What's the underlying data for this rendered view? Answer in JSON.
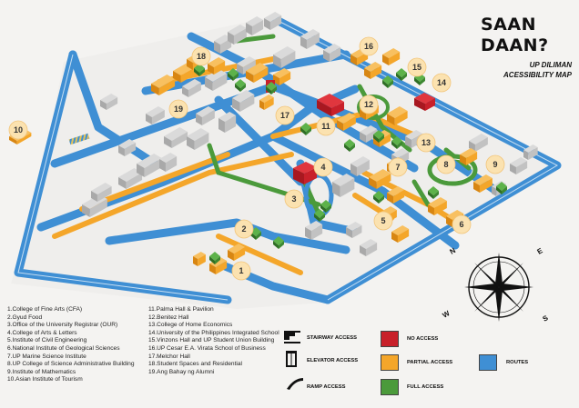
{
  "brand": {
    "title_line1": "SAAN",
    "title_line2": "DAAN?",
    "subtitle_line1": "UP DILIMAN",
    "subtitle_line2": "ACESSIBILITY MAP"
  },
  "colors": {
    "no_access": "#c8202a",
    "partial_access": "#f4a62a",
    "full_access": "#4b9a3b",
    "routes": "#3f8fd4",
    "building_gray": "#c9c9c9",
    "marker_fill": "#fbe2b0"
  },
  "locations_left": [
    "1.College of Fine Arts (CFA)",
    "2.Gyud Food",
    "3.Office of the University Registrar (OUR)",
    "4.College of Arts & Letters",
    "5.Institute of Civil Engineering",
    "6.National Institute of Geological Sciences",
    "7.UP Marine Science Institute",
    "8.UP College of Science Administrative Building",
    "9.Institute of Mathematics",
    "10.Asian Institute of Tourism"
  ],
  "locations_right": [
    "11.Palma Hall & Pavilion",
    "12.Benitez Hall",
    "13.College of Home Economics",
    "14.University of the Philippines Integrated School",
    "15.Vinzons Hall and UP Student Union Building",
    "16.UP Cesar E.A. Virata School of Business",
    "17.Melchor Hall",
    "18.Student Spaces and Residential",
    "19.Ang Bahay ng Alumni"
  ],
  "legend": {
    "stairway": "STAIRWAY ACCESS",
    "elevator": "ELEVATOR ACCESS",
    "ramp": "RAMP ACCESS",
    "no_access": "NO ACCESS",
    "partial_access": "PARTIAL ACCESS",
    "full_access": "FULL ACCESS",
    "routes": "ROUTES"
  },
  "compass": {
    "n": "N",
    "e": "E",
    "s": "S",
    "w": "W"
  },
  "markers": [
    {
      "label": "1"
    },
    {
      "label": "2"
    },
    {
      "label": "3"
    },
    {
      "label": "4"
    },
    {
      "label": "5"
    },
    {
      "label": "6"
    },
    {
      "label": "7"
    },
    {
      "label": "8"
    },
    {
      "label": "9"
    },
    {
      "label": "10"
    },
    {
      "label": "11"
    },
    {
      "label": "12"
    },
    {
      "label": "13"
    },
    {
      "label": "14"
    },
    {
      "label": "15"
    },
    {
      "label": "16"
    },
    {
      "label": "17"
    },
    {
      "label": "18"
    },
    {
      "label": "19"
    }
  ]
}
